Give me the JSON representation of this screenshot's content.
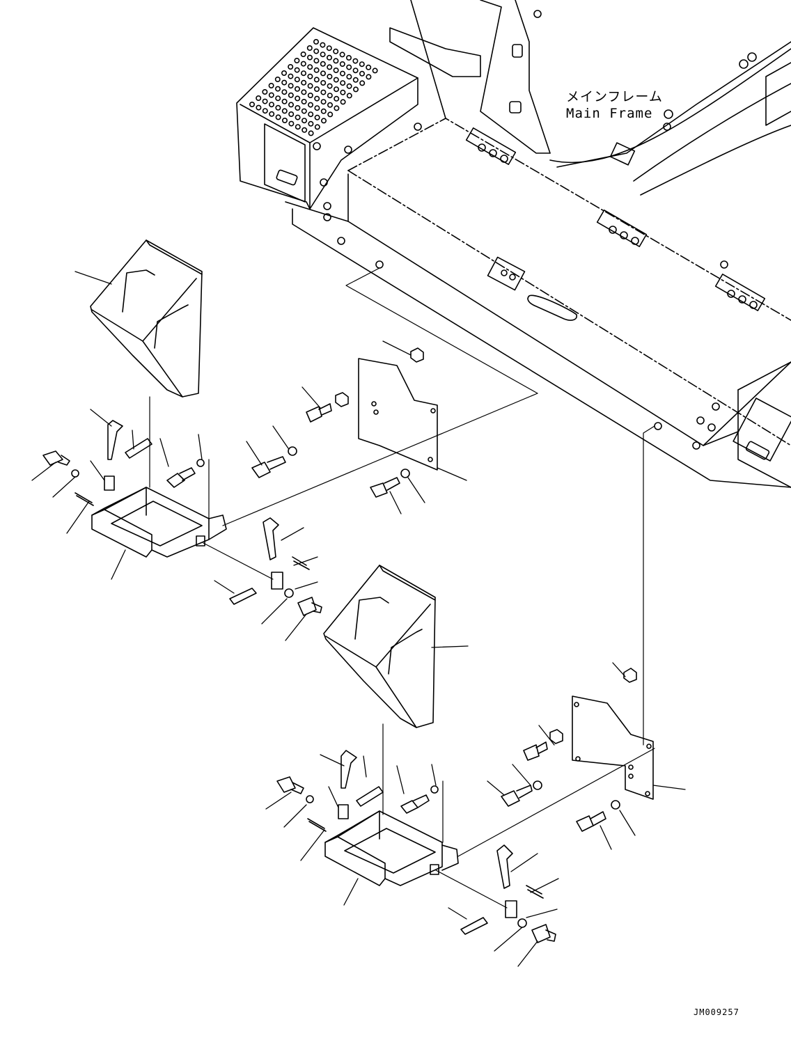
{
  "labels": {
    "main_frame_jp": "メインフレーム",
    "main_frame_en": "Main Frame"
  },
  "drawing_code": "JM009257",
  "colors": {
    "line": "#000000",
    "background": "#ffffff"
  }
}
